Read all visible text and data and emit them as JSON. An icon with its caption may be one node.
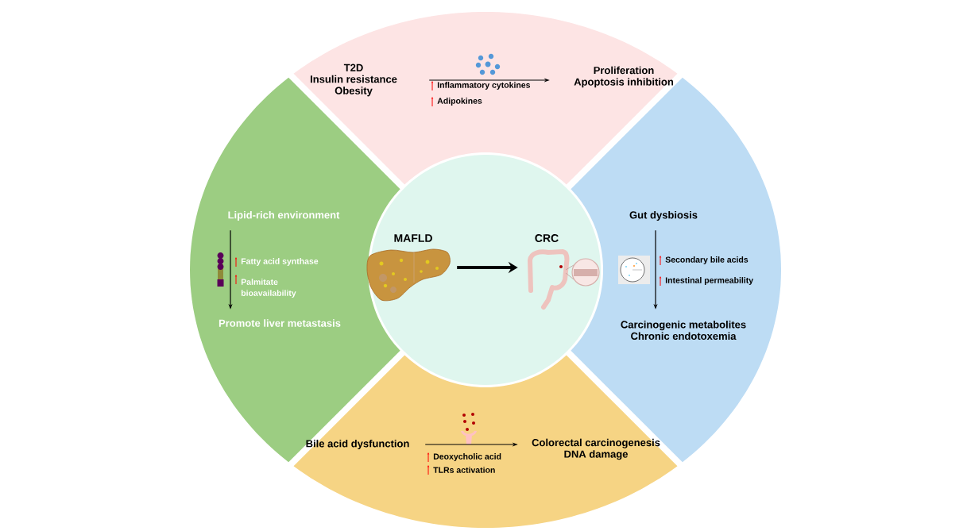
{
  "diagram": {
    "nodes": [
      {
        "text": [],
        "shape": "band"
      },
      {
        "text": [
          "T2D",
          "Insulin resistance",
          "Obesity"
        ],
        "in": 0
      },
      {
        "text": [
          "Proliferation",
          "Apoptosis inhibition"
        ],
        "in": 0
      },
      {
        "text": [],
        "shape": "band"
      },
      {
        "text": [
          "Lipid-rich environment"
        ],
        "in": 3
      },
      {
        "text": [
          "Promote liver metastasis"
        ],
        "in": 3
      },
      {
        "text": [],
        "shape": "circle"
      },
      {
        "text": [
          "MAFLD"
        ],
        "in": 6
      },
      {
        "text": [
          "CRC"
        ],
        "in": 6
      },
      {
        "text": [],
        "shape": "band"
      },
      {
        "text": [
          "Gut dysbiosis"
        ],
        "in": 9
      },
      {
        "text": [
          "Carcinogenic metabolites",
          "Chronic endotoxemia"
        ],
        "in": 9
      },
      {
        "text": [],
        "shape": "band"
      },
      {
        "text": [
          "Bile acid dysfunction"
        ],
        "in": 12
      },
      {
        "text": [
          "Colorectal carcinogenesis",
          "DNA damage"
        ],
        "in": 12
      }
    ],
    "edges": [
      {
        "from": 1,
        "to": 2,
        "arrow": "to"
      },
      {
        "from": 4,
        "to": 5,
        "arrow": "to"
      },
      {
        "from": 7,
        "to": 8,
        "arrow": "to",
        "style": "thick"
      },
      {
        "from": 10,
        "to": 11,
        "arrow": "to"
      },
      {
        "from": 13,
        "to": 14,
        "arrow": "to"
      }
    ],
    "labels": [
      "Inflammatory cytokines",
      "Adipokines",
      "Fatty acid synthase",
      "Palmitate bioavailability",
      "Secondary bile acids",
      "Intestinal permeability",
      "Deoxycholic acid",
      "TLRs activation"
    ]
  }
}
